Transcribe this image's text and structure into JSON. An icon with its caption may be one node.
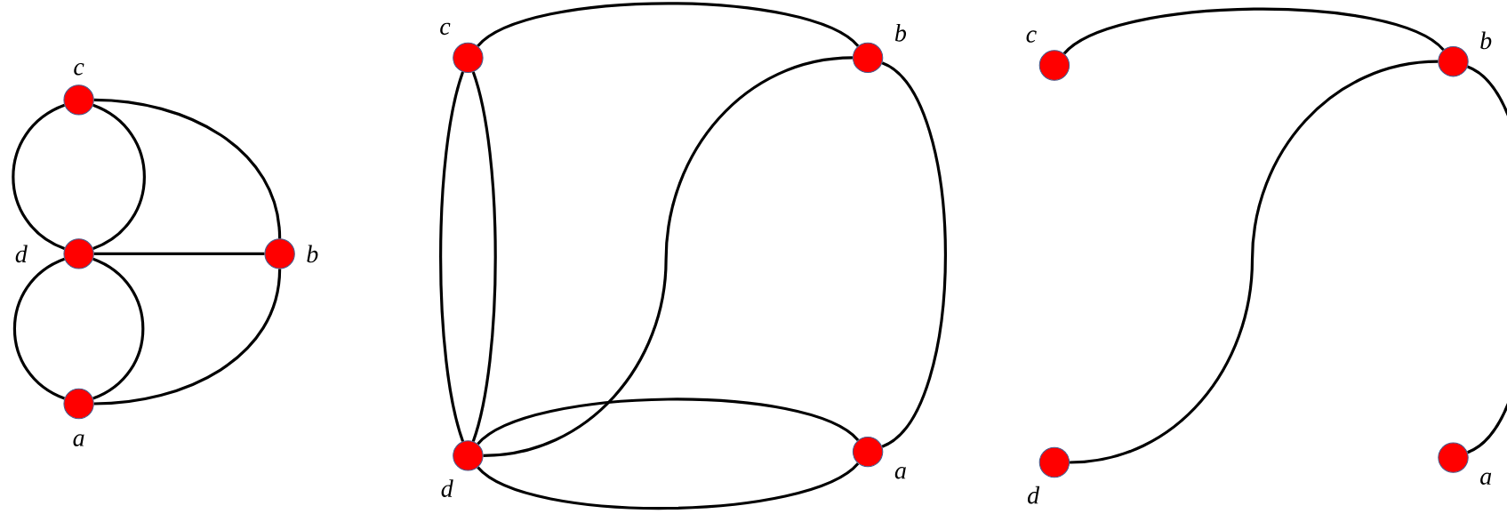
{
  "diagram": {
    "nodes": [
      {
        "text": [],
        "shape": "circle",
        "beside": [
          "c"
        ]
      },
      {
        "text": [],
        "shape": "circle",
        "beside": [
          "d"
        ]
      },
      {
        "text": [],
        "shape": "circle",
        "beside": [
          "b"
        ]
      },
      {
        "text": [],
        "shape": "circle",
        "beside": [
          "a"
        ]
      },
      {
        "text": [],
        "shape": "circle",
        "beside": [
          "c"
        ]
      },
      {
        "text": [],
        "shape": "circle",
        "beside": [
          "b"
        ]
      },
      {
        "text": [],
        "shape": "circle",
        "beside": [
          "d"
        ]
      },
      {
        "text": [],
        "shape": "circle",
        "beside": [
          "a"
        ]
      },
      {
        "text": [],
        "shape": "circle",
        "beside": [
          "c"
        ]
      },
      {
        "text": [],
        "shape": "circle",
        "beside": [
          "b"
        ]
      },
      {
        "text": [],
        "shape": "circle",
        "beside": [
          "d"
        ]
      },
      {
        "text": [],
        "shape": "circle",
        "beside": [
          "a"
        ]
      }
    ],
    "edges": [
      {
        "from": 0,
        "to": 1,
        "arrow": "none"
      },
      {
        "from": 0,
        "to": 1,
        "arrow": "none"
      },
      {
        "from": 1,
        "to": 3,
        "arrow": "none"
      },
      {
        "from": 1,
        "to": 3,
        "arrow": "none"
      },
      {
        "from": 0,
        "to": 2,
        "arrow": "none"
      },
      {
        "from": 1,
        "to": 2,
        "arrow": "none"
      },
      {
        "from": 3,
        "to": 2,
        "arrow": "none"
      },
      {
        "from": 4,
        "to": 5,
        "arrow": "none"
      },
      {
        "from": 4,
        "to": 6,
        "arrow": "none"
      },
      {
        "from": 4,
        "to": 6,
        "arrow": "none"
      },
      {
        "from": 5,
        "to": 6,
        "arrow": "none"
      },
      {
        "from": 5,
        "to": 7,
        "arrow": "none"
      },
      {
        "from": 6,
        "to": 7,
        "arrow": "none"
      },
      {
        "from": 6,
        "to": 7,
        "arrow": "none"
      },
      {
        "from": 8,
        "to": 9,
        "arrow": "none"
      },
      {
        "from": 9,
        "to": 10,
        "arrow": "none"
      },
      {
        "from": 9,
        "to": 11,
        "arrow": "none"
      }
    ]
  }
}
